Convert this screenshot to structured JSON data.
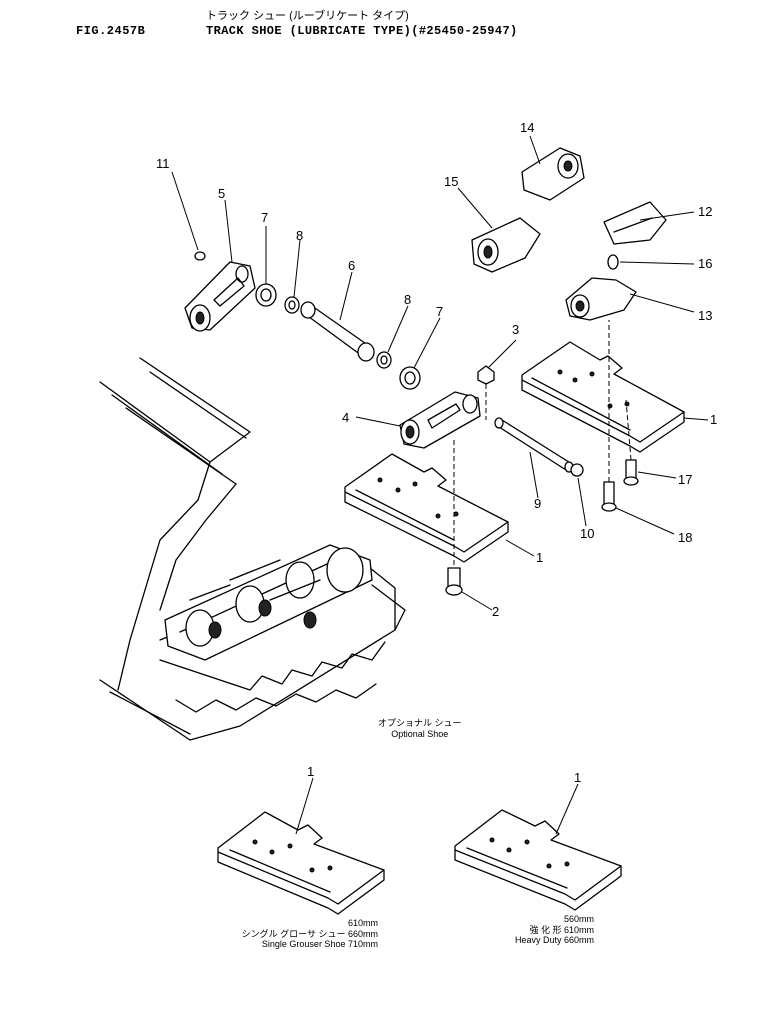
{
  "header": {
    "fig_no": "FIG.2457B",
    "title_jp": "トラック シュー (ルーブリケート タイプ)",
    "title_en": "TRACK SHOE (LUBRICATE TYPE)(#25450-25947)"
  },
  "callouts": [
    "1",
    "1",
    "1",
    "1",
    "1",
    "2",
    "3",
    "4",
    "5",
    "6",
    "7",
    "7",
    "8",
    "8",
    "9",
    "10",
    "11",
    "12",
    "13",
    "14",
    "15",
    "16",
    "17",
    "18"
  ],
  "captions": {
    "optional_jp": "オプショナル シュー",
    "optional_en": "Optional Shoe",
    "single_jp": "シングル グローサ シュー",
    "single_en": "Single Grouser Shoe",
    "single_sizes": [
      "610mm",
      "660mm",
      "710mm"
    ],
    "heavy_jp": "強 化 形",
    "heavy_en": "Heavy Duty",
    "heavy_sizes": [
      "560mm",
      "610mm",
      "660mm"
    ]
  }
}
